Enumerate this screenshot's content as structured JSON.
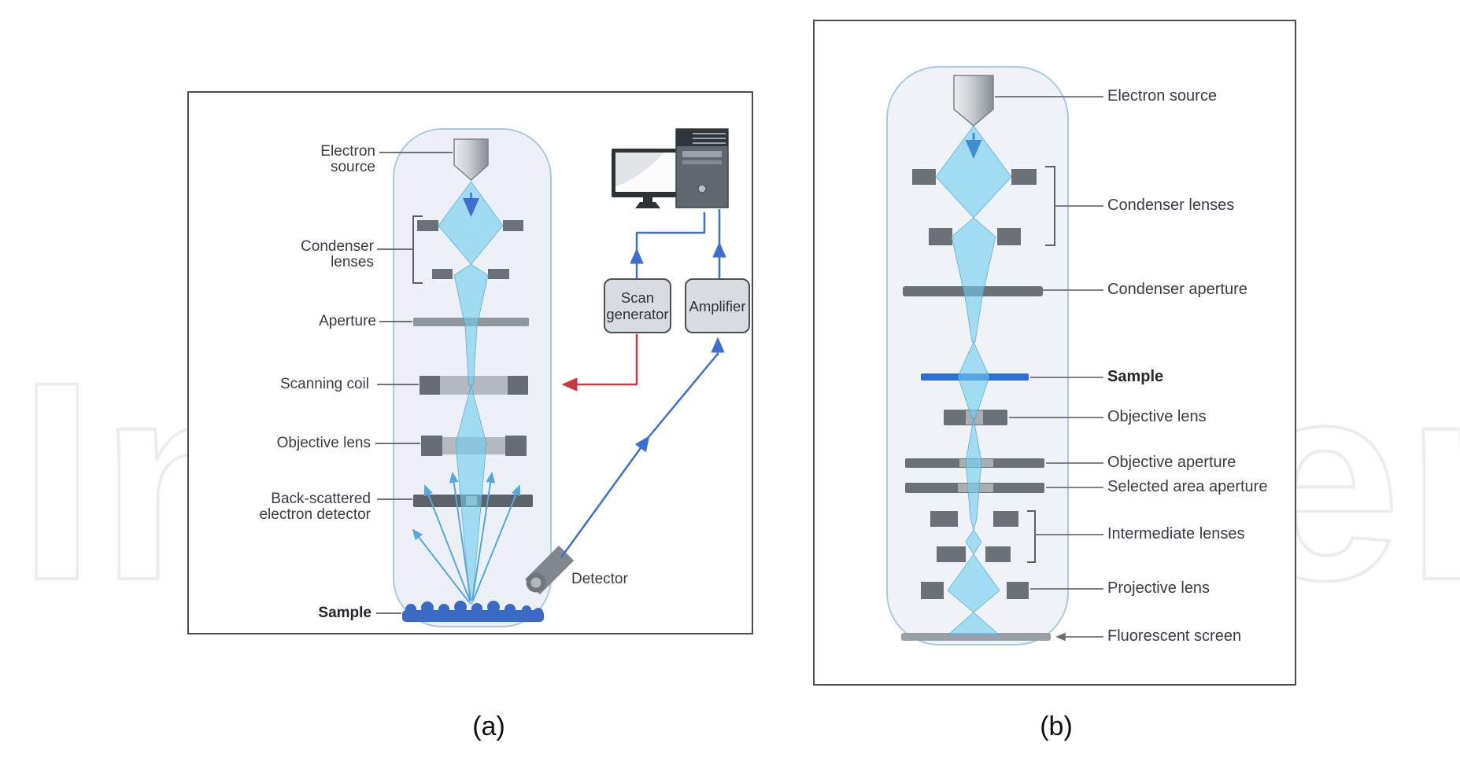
{
  "watermark": {
    "left": "In",
    "right": "en"
  },
  "panel_a": {
    "caption": "(a)",
    "labels": {
      "electron_source_line1": "Electron",
      "electron_source_line2": "source",
      "condenser_line1": "Condenser",
      "condenser_line2": "lenses",
      "aperture": "Aperture",
      "scanning_coil": "Scanning coil",
      "objective_lens": "Objective lens",
      "bse_line1": "Back-scattered",
      "bse_line2": "electron detector",
      "sample": "Sample",
      "detector": "Detector"
    },
    "boxes": {
      "scan_generator_line1": "Scan",
      "scan_generator_line2": "generator",
      "amplifier": "Amplifier"
    }
  },
  "panel_b": {
    "caption": "(b)",
    "labels": {
      "electron_source": "Electron source",
      "condenser_lenses": "Condenser lenses",
      "condenser_aperture": "Condenser aperture",
      "sample": "Sample",
      "objective_lens": "Objective lens",
      "objective_aperture": "Objective aperture",
      "selected_area_aperture": "Selected area aperture",
      "intermediate_lenses": "Intermediate lenses",
      "projective_lens": "Projective lens",
      "fluorescent_screen": "Fluorescent screen"
    }
  },
  "colors": {
    "beam": "#7dd3ef",
    "lens_bar": "#6b7177",
    "column_fill": "#eef2f8",
    "column_border": "#a9cade",
    "sample_blue": "#3a6ac6",
    "sample_bar_blue": "#2d6fd8",
    "wire_blue": "#3f6fce",
    "wire_red": "#cc3743",
    "box_fill": "#d8dce0"
  }
}
